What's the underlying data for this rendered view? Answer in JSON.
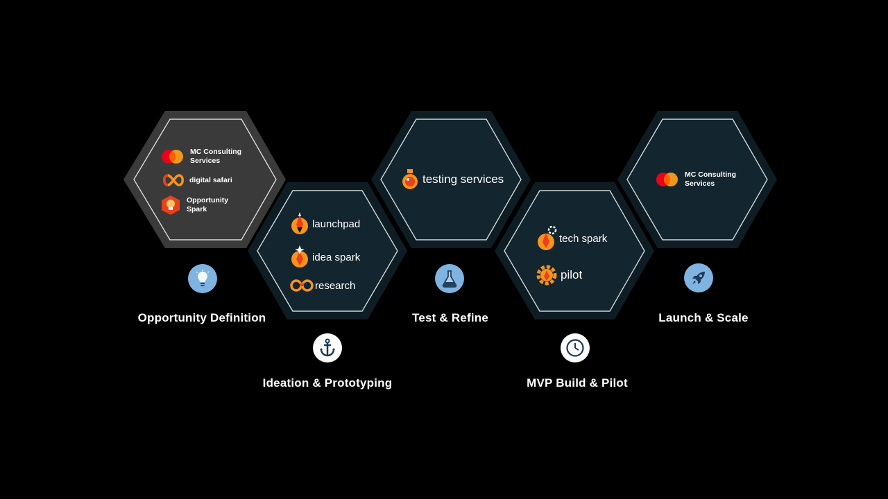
{
  "stages": [
    {
      "label": "Opportunity Definition",
      "icon": "lightbulb-icon",
      "items": [
        {
          "text": "MC Consulting Services",
          "icon": "mastercard-logo-icon"
        },
        {
          "text": "digital safari",
          "icon": "infinity-loop-icon"
        },
        {
          "text": "Opportunity Spark",
          "icon": "spark-bulb-icon"
        }
      ]
    },
    {
      "label": "Ideation & Prototyping",
      "icon": "anchor-icon",
      "items": [
        {
          "text": "launchpad",
          "icon": "rocket-icon"
        },
        {
          "text": "idea spark",
          "icon": "spark-rocket-icon"
        },
        {
          "text": "research",
          "icon": "binoculars-icon"
        }
      ]
    },
    {
      "label": "Test & Refine",
      "icon": "flask-icon",
      "items": [
        {
          "text": "testing services",
          "icon": "flask-logo-icon"
        }
      ]
    },
    {
      "label": "MVP Build & Pilot",
      "icon": "clock-icon",
      "items": [
        {
          "text": "tech spark",
          "icon": "gear-rocket-icon"
        },
        {
          "text": "pilot",
          "icon": "gear-icon"
        }
      ]
    },
    {
      "label": "Launch & Scale",
      "icon": "rocket-launch-icon",
      "items": [
        {
          "text": "MC Consulting Services",
          "icon": "mastercard-logo-icon"
        }
      ]
    }
  ],
  "colors": {
    "background": "#000000",
    "hex_grey": "#3a3a3a",
    "hex_dark": "#11222b",
    "hex_outer_dark": "#0d1b22",
    "hex_outline": "#cfd6da",
    "icon_blue": "#7fb3e0",
    "brand_orange": "#f7931e",
    "brand_red": "#e8411c",
    "mastercard_red": "#eb001b",
    "mastercard_yellow": "#f79e1b"
  }
}
